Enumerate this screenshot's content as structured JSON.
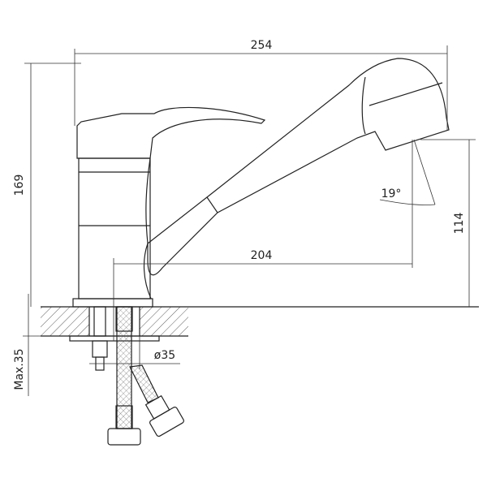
{
  "dimensions": {
    "overall_length": "254",
    "overall_height": "169",
    "spout_reach": "204",
    "outlet_height": "114",
    "spray_angle": "19°",
    "mount_hole": "ø35",
    "max_counter_thickness": "Max.35"
  },
  "colors": {
    "line": "#222222",
    "background": "#ffffff"
  }
}
